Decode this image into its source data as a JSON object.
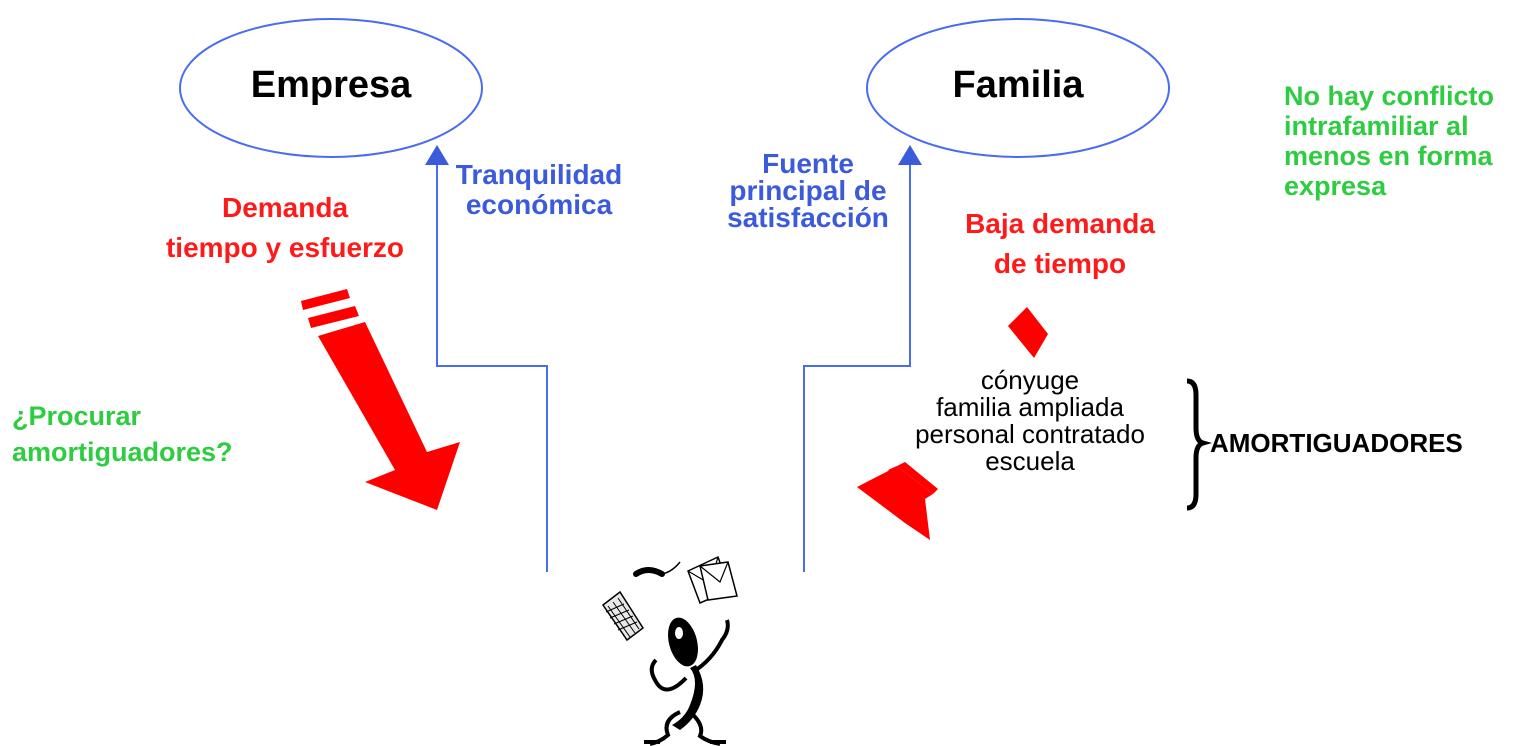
{
  "nodes": {
    "empresa": "Empresa",
    "familia": "Familia"
  },
  "labels": {
    "tranquilidad": [
      "Tranquilidad",
      "económica"
    ],
    "fuente": [
      "Fuente",
      "principal de",
      "satisfacción"
    ],
    "demanda": [
      "Demanda",
      "tiempo y esfuerzo"
    ],
    "baja_demanda": [
      "Baja demanda",
      "de tiempo"
    ],
    "procurar": [
      "¿Procurar",
      "amortiguadores?"
    ],
    "no_conflicto": [
      "No hay conflicto",
      "intrafamiliar al",
      "menos en forma",
      "expresa"
    ],
    "buffers": [
      "cónyuge",
      "familia ampliada",
      "personal contratado",
      "escuela"
    ],
    "amortiguadores": "AMORTIGUADORES"
  },
  "icons": {
    "person": "juggling-person-icon",
    "phone": "telephone-icon",
    "mail": "envelopes-icon",
    "keyboard": "keyboard-icon"
  },
  "colors": {
    "blue": "#3b5bdb",
    "red": "#ff1a1a",
    "green": "#2ecc40",
    "black": "#000000"
  }
}
